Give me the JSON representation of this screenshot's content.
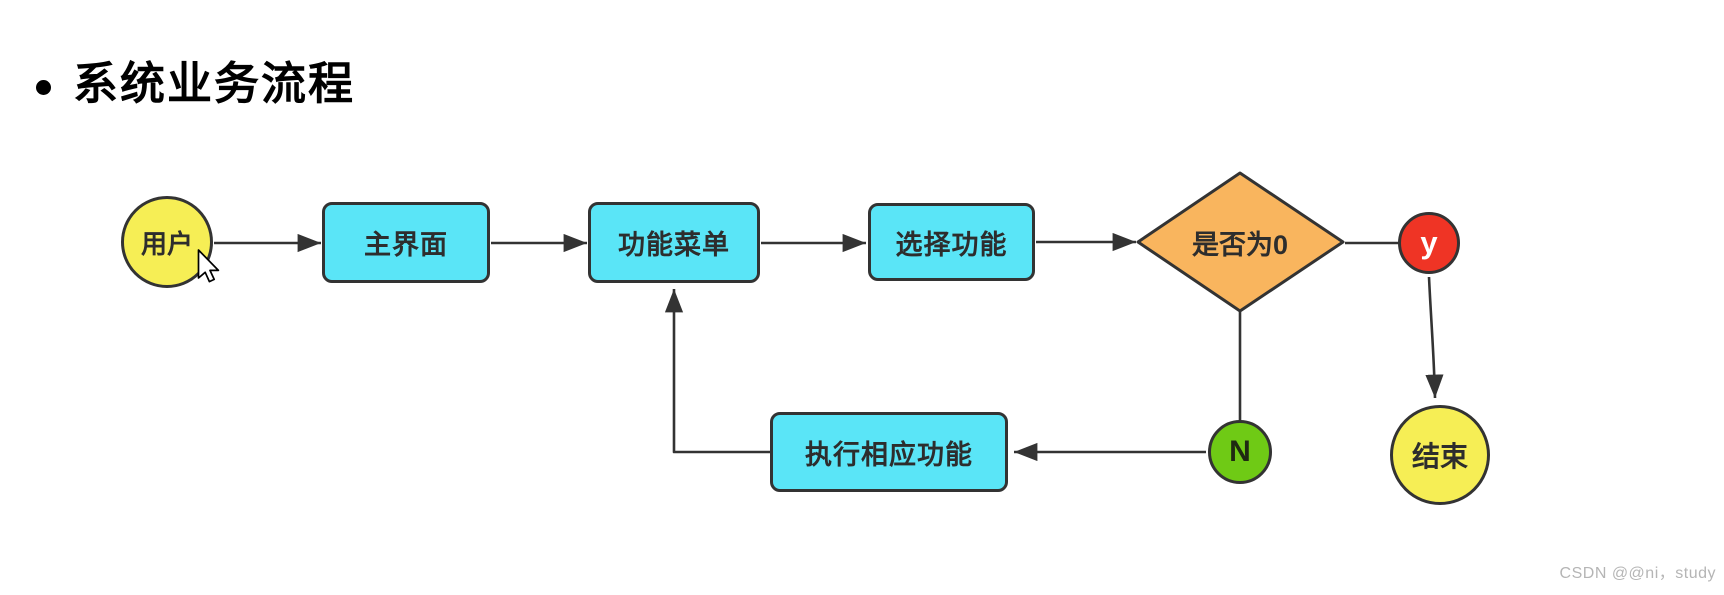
{
  "page": {
    "title": "系统业务流程",
    "watermark": "CSDN @@ni，study"
  },
  "colors": {
    "node_border": "#333333",
    "connector": "#333333",
    "cyan_fill": "#5ae5f7",
    "yellow_fill": "#f6ee55",
    "orange_fill": "#f9b55e",
    "red_fill": "#ef3425",
    "green_fill": "#6fca15",
    "text_dark": "#2d2d2d",
    "text_light": "#ffffff",
    "watermark_color": "#b5b5b5"
  },
  "flowchart": {
    "nodes": {
      "user": {
        "label": "用户",
        "shape": "circle"
      },
      "main_screen": {
        "label": "主界面",
        "shape": "rect"
      },
      "function_menu": {
        "label": "功能菜单",
        "shape": "rect"
      },
      "select_function": {
        "label": "选择功能",
        "shape": "rect"
      },
      "decision": {
        "label": "是否为0",
        "shape": "diamond"
      },
      "yes_branch": {
        "label": "y",
        "shape": "circle"
      },
      "no_branch": {
        "label": "N",
        "shape": "circle"
      },
      "execute": {
        "label": "执行相应功能",
        "shape": "rect"
      },
      "end": {
        "label": "结束",
        "shape": "circle"
      }
    }
  }
}
